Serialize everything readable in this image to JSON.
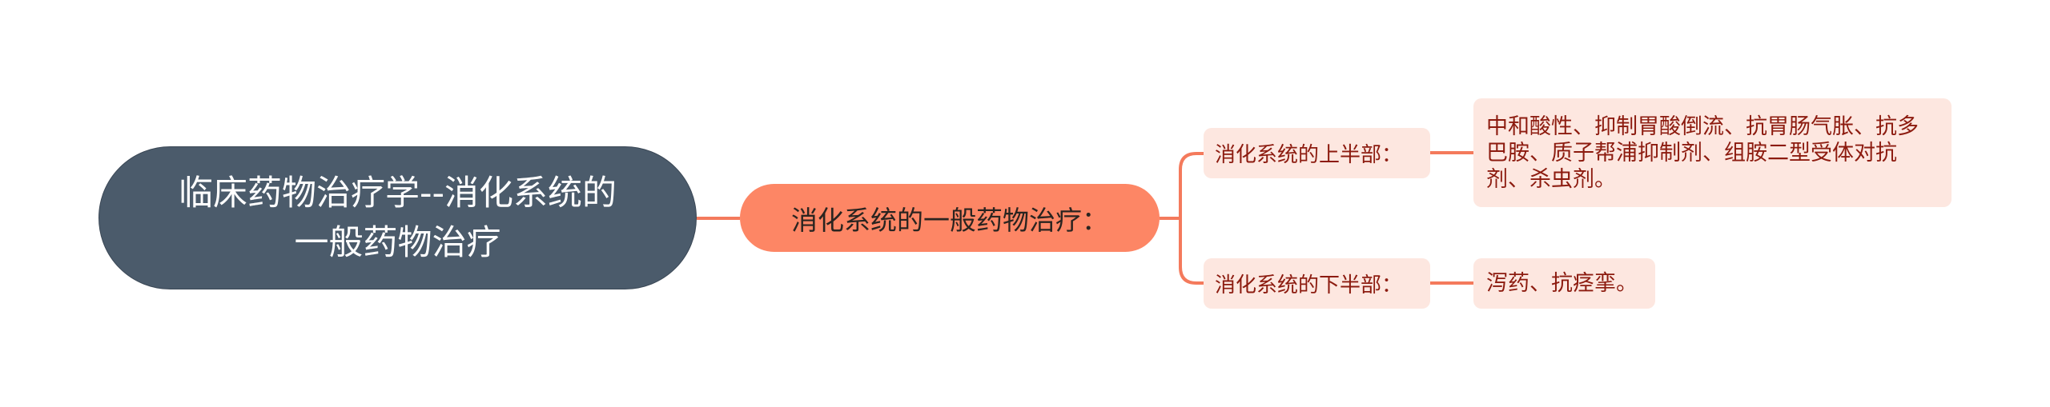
{
  "mindmap": {
    "central_topic": {
      "label": "临床药物治疗学--消化系统的一般药物治疗"
    },
    "main_topic": {
      "label": "消化系统的一般药物治疗："
    },
    "subtopics": [
      {
        "label": "消化系统的上半部：",
        "detail": "中和酸性、抑制胃酸倒流、抗胃肠气胀、抗多巴胺、质子帮浦抑制剂、组胺二型受体对抗剂、杀虫剂。"
      },
      {
        "label": "消化系统的下半部：",
        "detail": "泻药、抗痉挛。"
      }
    ]
  },
  "colors": {
    "central_bg": "#4b5b6b",
    "central_text": "#ffffff",
    "main_bg": "#fd8665",
    "main_text": "#2a2420",
    "sub_bg": "#fde7e0",
    "sub_text": "#8c1b0f",
    "connector": "#f47a5c"
  }
}
